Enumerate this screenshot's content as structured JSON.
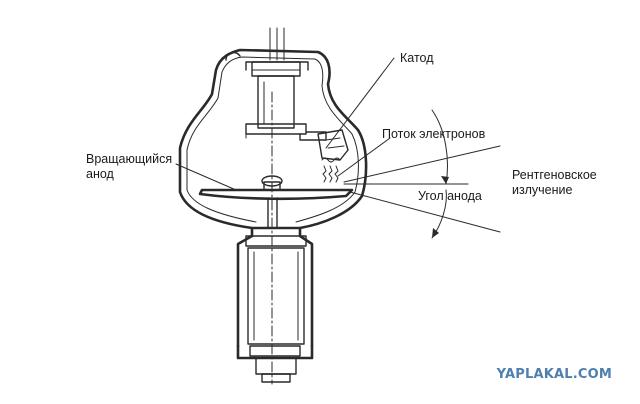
{
  "labels": {
    "cathode": "Катод",
    "electron_stream": "Поток электронов",
    "rotating_anode_line1": "Вращающийся",
    "rotating_anode_line2": "анод",
    "xray_line1": "Рентгеновское",
    "xray_line2": "излучение",
    "anode_angle": "Угол анода"
  },
  "watermark": "YAPLAKAL.COM",
  "colors": {
    "line": "#2a2a2a",
    "text": "#1a1a1a",
    "watermark": "#4e7fae"
  }
}
